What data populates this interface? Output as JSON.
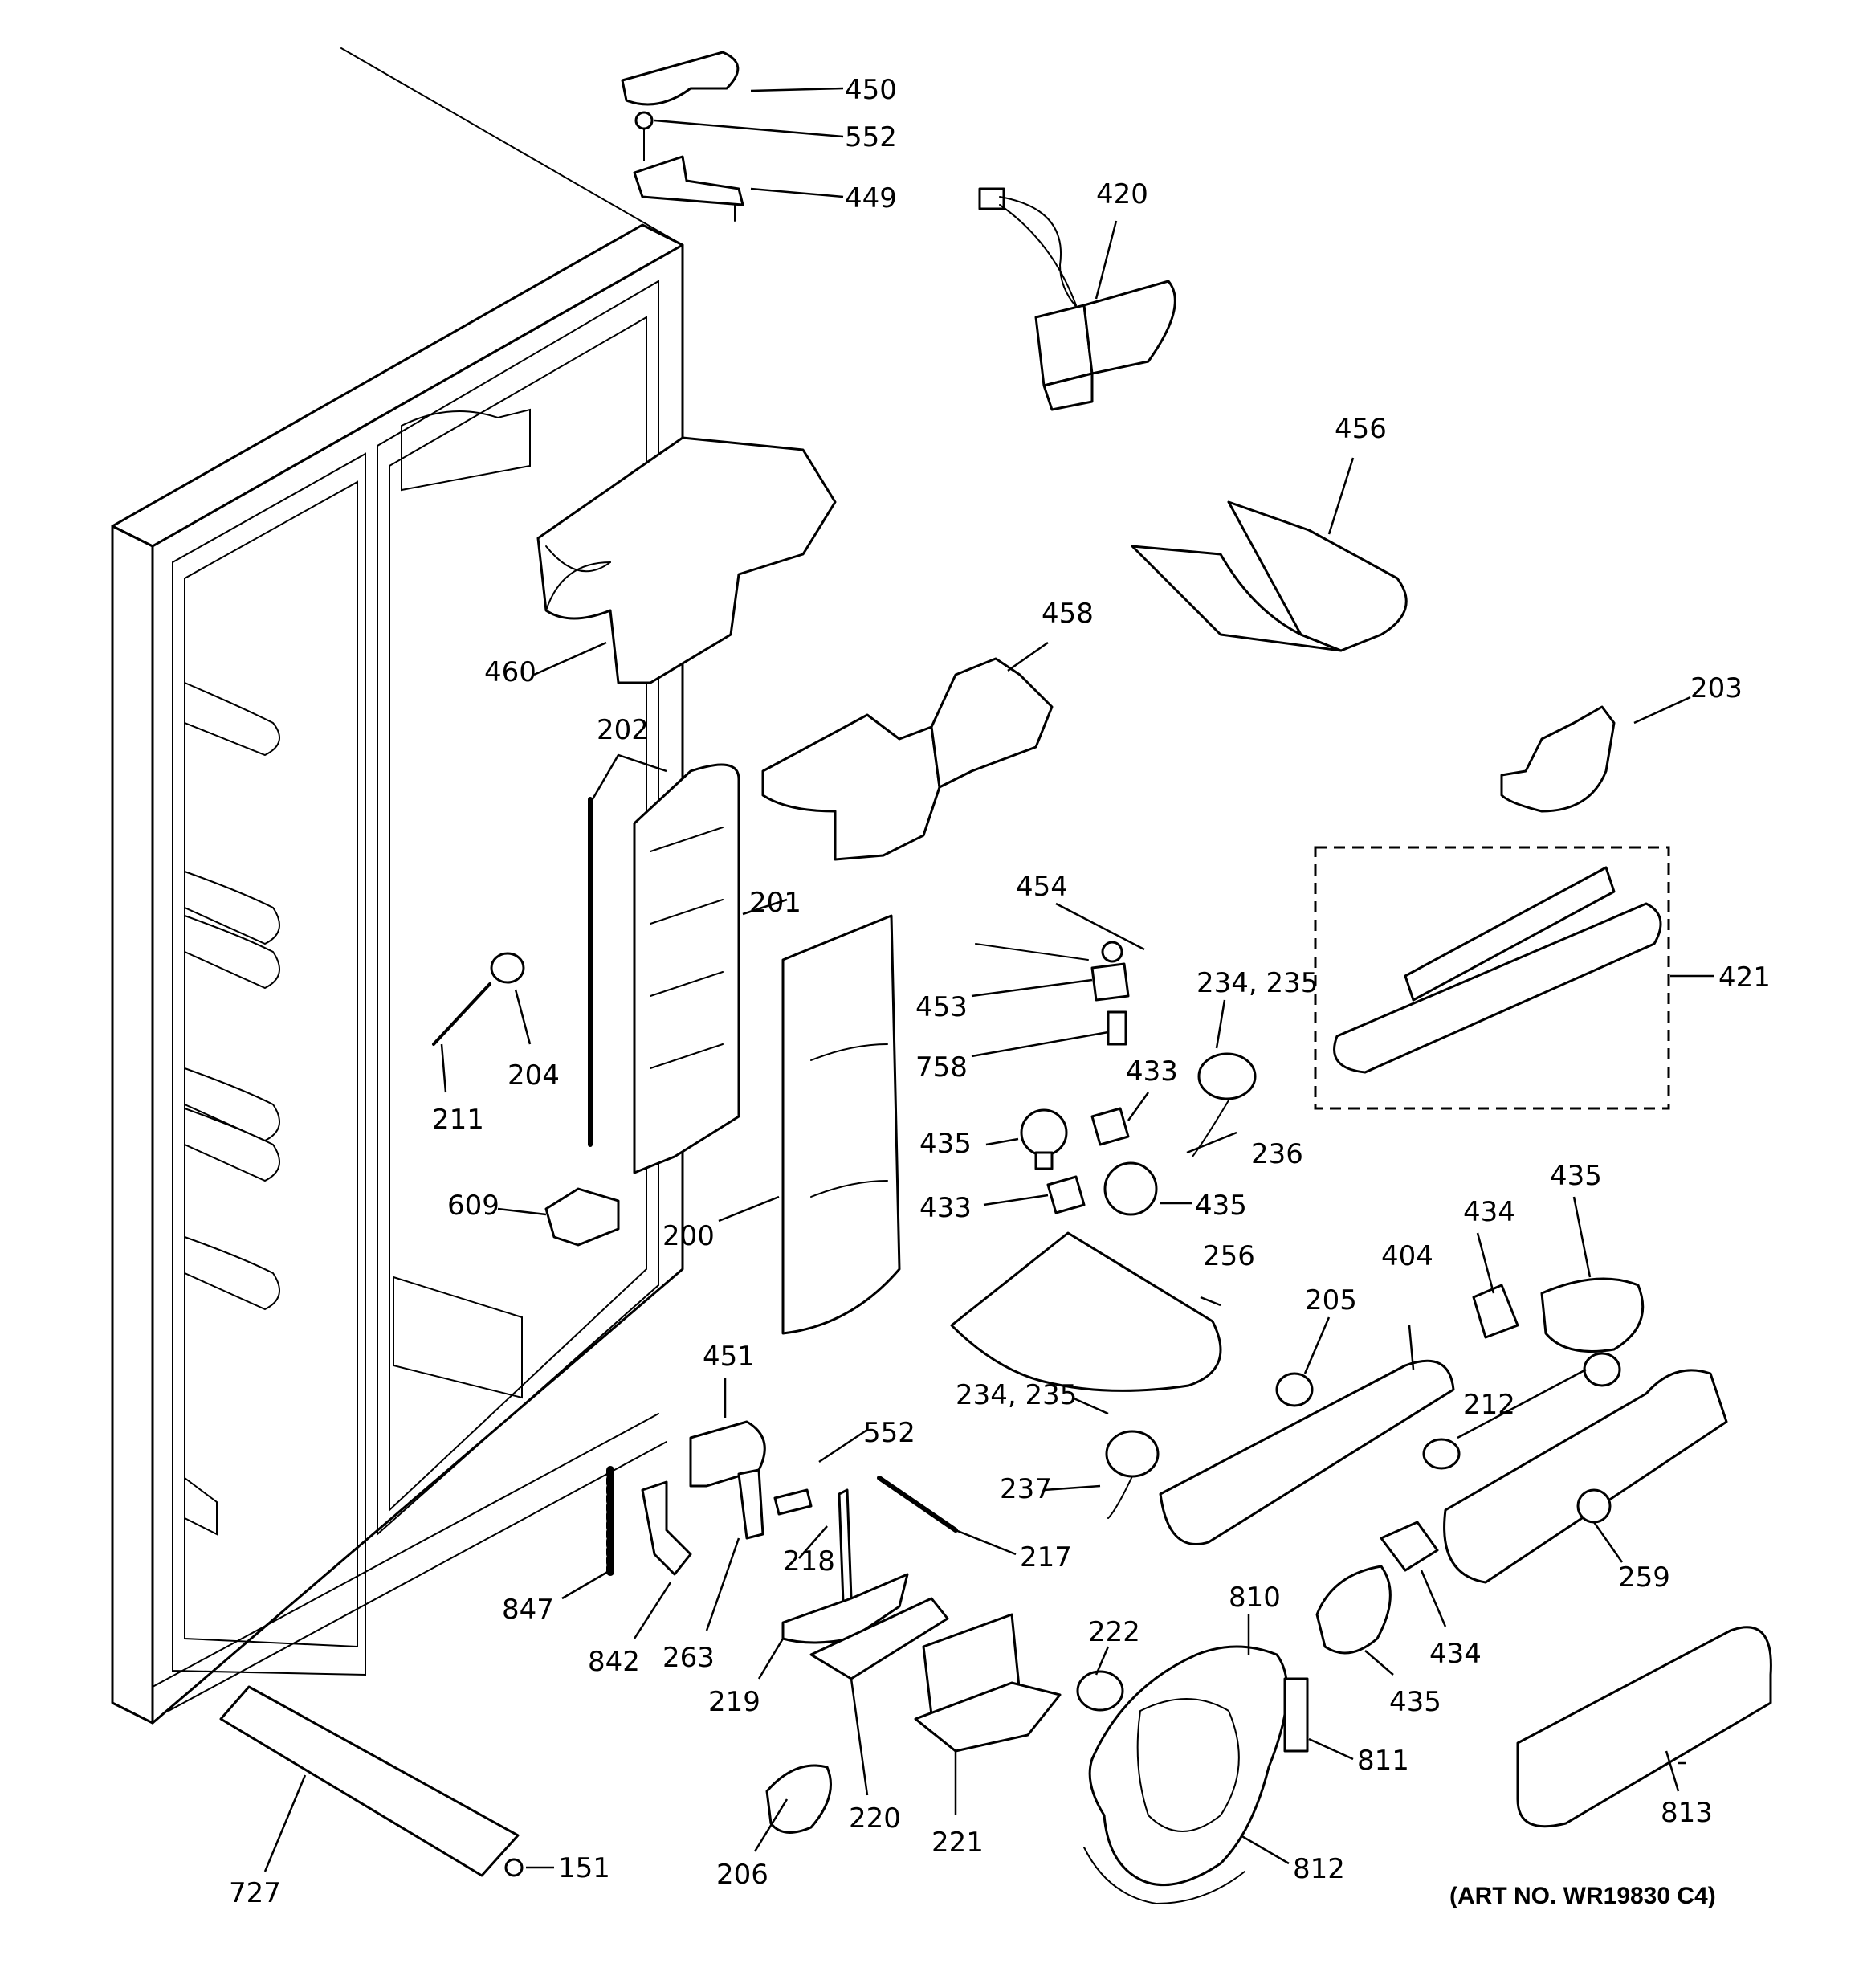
{
  "diagram": {
    "art_number": "(ART NO. WR19830 C4)",
    "callouts": {
      "c450": "450",
      "c552a": "552",
      "c449": "449",
      "c420": "420",
      "c456": "456",
      "c460": "460",
      "c458": "458",
      "c203": "203",
      "c202": "202",
      "c201": "201",
      "c454": "454",
      "c421": "421",
      "c453": "453",
      "c234a": "234, 235",
      "c758": "758",
      "c433a": "433",
      "c204": "204",
      "c211": "211",
      "c435a": "435",
      "c236": "236",
      "c433b": "433",
      "c435b": "435",
      "c609": "609",
      "c200": "200",
      "c434a": "434",
      "c435c": "435",
      "c256": "256",
      "c205": "205",
      "c404": "404",
      "c451": "451",
      "c234b": "234, 235",
      "c212": "212",
      "c552b": "552",
      "c237": "237",
      "c217": "217",
      "c218": "218",
      "c259": "259",
      "c847": "847",
      "c842": "842",
      "c263": "263",
      "c222": "222",
      "c810": "810",
      "c434b": "434",
      "c219": "219",
      "c435d": "435",
      "c811": "811",
      "c813": "813",
      "c220": "220",
      "c221": "221",
      "c727": "727",
      "c206": "206",
      "c151": "151",
      "c812": "812"
    }
  }
}
